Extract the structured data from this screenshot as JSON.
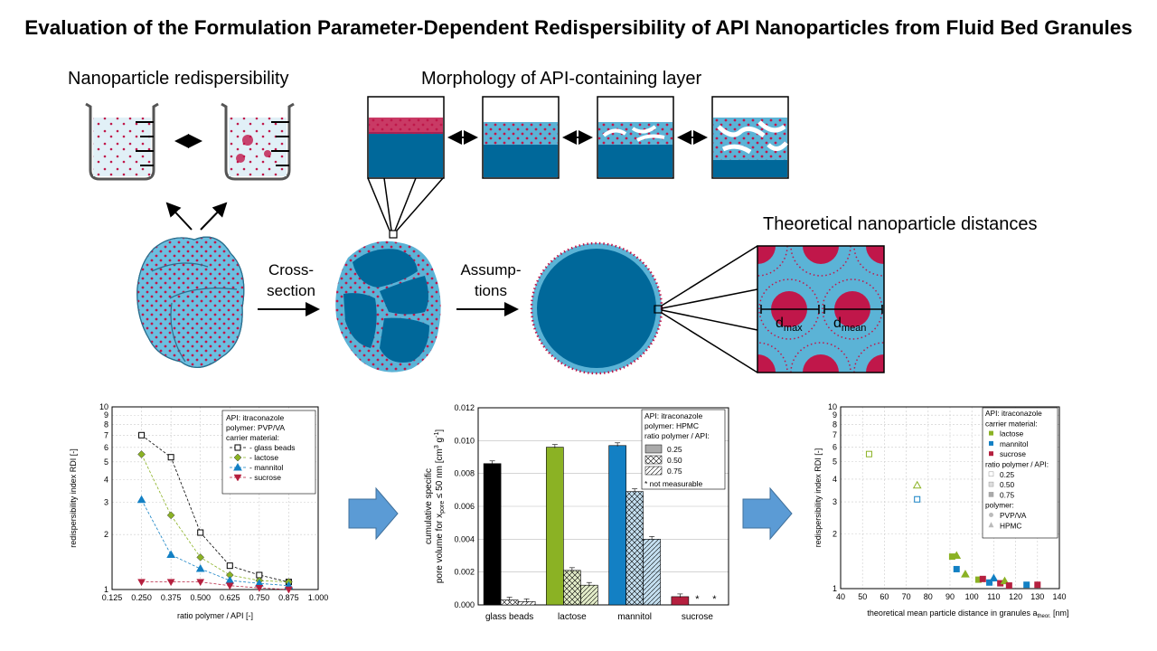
{
  "title": "Evaluation of the Formulation Parameter-Dependent Redispersibility of API Nanoparticles from Fluid Bed Granules",
  "sections": {
    "redisp": "Nanoparticle redispersibility",
    "morph": "Morphology of API-containing layer",
    "dist": "Theoretical nanoparticle distances"
  },
  "labels": {
    "cross_1": "Cross-",
    "cross_2": "section",
    "assump_1": "Assump-",
    "assump_2": "tions",
    "d_max": "d",
    "d_max_sub": "max",
    "d_mean": "d",
    "d_mean_sub": "mean"
  },
  "colors": {
    "layer_blue": "#5bb3d6",
    "dark_blue": "#00689a",
    "particle_red": "#c0174a",
    "arrow_blue": "#5b9bd5",
    "glass": "#000000",
    "lactose": "#8bb224",
    "mannitol": "#1380c4",
    "sucrose": "#b5203f"
  },
  "chart_data": [
    {
      "type": "line",
      "yscale": "log",
      "xlabel": "ratio polymer / API [-]",
      "ylabel": "redispersibility index RDI [-]",
      "xlim": [
        0.125,
        1.0
      ],
      "ylim": [
        1,
        10
      ],
      "xticks": [
        "0.125",
        "0.250",
        "0.375",
        "0.500",
        "0.625",
        "0.750",
        "0.875",
        "1.000"
      ],
      "yticks": [
        "1",
        "2",
        "3",
        "4",
        "5",
        "6",
        "7",
        "8",
        "9",
        "10"
      ],
      "legend": [
        "API: itraconazole",
        "polymer: PVP/VA",
        "carrier material:"
      ],
      "series": [
        {
          "name": "- glass beads",
          "color": "#000000",
          "marker": "square",
          "x": [
            0.25,
            0.375,
            0.5,
            0.625,
            0.75,
            0.875
          ],
          "values": [
            7.0,
            5.3,
            2.05,
            1.35,
            1.2,
            1.1
          ]
        },
        {
          "name": "- lactose",
          "color": "#8bb224",
          "marker": "diamond",
          "x": [
            0.25,
            0.375,
            0.5,
            0.625,
            0.75,
            0.875
          ],
          "values": [
            5.5,
            2.55,
            1.5,
            1.2,
            1.12,
            1.1
          ]
        },
        {
          "name": "- mannitol",
          "color": "#1380c4",
          "marker": "triangle",
          "x": [
            0.25,
            0.375,
            0.5,
            0.625,
            0.75,
            0.875
          ],
          "values": [
            3.1,
            1.55,
            1.3,
            1.12,
            1.08,
            1.05
          ]
        },
        {
          "name": "- sucrose",
          "color": "#b5203f",
          "marker": "tri-down",
          "x": [
            0.25,
            0.375,
            0.5,
            0.625,
            0.75,
            0.875
          ],
          "values": [
            1.1,
            1.1,
            1.1,
            1.05,
            1.02,
            1.0
          ]
        }
      ]
    },
    {
      "type": "bar",
      "ylabel_1": "cumulative specific",
      "ylabel_2": "pore volume for x",
      "ylabel_2_sub": "pore",
      "ylabel_3": "≤ 50 nm [cm",
      "ylabel_3_sup": "3",
      "ylabel_4": " g",
      "ylabel_4_sup": "-1",
      "ylabel_5": "]",
      "ylim": [
        0,
        0.012
      ],
      "yticks": [
        "0.000",
        "0.002",
        "0.004",
        "0.006",
        "0.008",
        "0.010",
        "0.012"
      ],
      "categories": [
        "glass beads",
        "lactose",
        "mannitol",
        "sucrose"
      ],
      "legend": [
        "API: itraconazole",
        "polymer: HPMC",
        "ratio polymer / API:"
      ],
      "series": [
        {
          "name": "0.25",
          "values": [
            0.0086,
            0.0096,
            0.0097,
            0.0005
          ]
        },
        {
          "name": "0.50",
          "values": [
            0.0003,
            0.0021,
            0.0069,
            null
          ]
        },
        {
          "name": "0.75",
          "values": [
            0.0002,
            0.0012,
            0.004,
            null
          ]
        }
      ],
      "note": "* not measurable",
      "star": "*"
    },
    {
      "type": "scatter",
      "yscale": "log",
      "xlabel": "theoretical mean particle distance in granules a",
      "xlabel_sub": "theor.",
      "xlabel_unit": " [nm]",
      "ylabel": "redispersibility index RDI [-]",
      "xlim": [
        40,
        140
      ],
      "ylim": [
        1,
        10
      ],
      "xticks": [
        "40",
        "50",
        "60",
        "70",
        "80",
        "90",
        "100",
        "110",
        "120",
        "130",
        "140"
      ],
      "yticks": [
        "1",
        "2",
        "3",
        "4",
        "5",
        "6",
        "7",
        "8",
        "9",
        "10"
      ],
      "legend_carrier": [
        "API: itraconazole",
        "carrier material:",
        "lactose",
        "mannitol",
        "sucrose"
      ],
      "legend_ratio": [
        "ratio polymer / API:",
        "0.25",
        "0.50",
        "0.75"
      ],
      "legend_polymer": [
        "polymer:",
        "PVP/VA",
        "HPMC"
      ],
      "points": [
        {
          "x": 53,
          "y": 5.5,
          "c": "#8bb224",
          "m": "sq-open"
        },
        {
          "x": 75,
          "y": 3.7,
          "c": "#8bb224",
          "m": "tri-open"
        },
        {
          "x": 75,
          "y": 3.1,
          "c": "#1380c4",
          "m": "sq-open"
        },
        {
          "x": 91,
          "y": 1.5,
          "c": "#8bb224",
          "m": "sq"
        },
        {
          "x": 93,
          "y": 1.52,
          "c": "#8bb224",
          "m": "tri"
        },
        {
          "x": 93,
          "y": 1.28,
          "c": "#1380c4",
          "m": "sq"
        },
        {
          "x": 97,
          "y": 1.2,
          "c": "#8bb224",
          "m": "tri"
        },
        {
          "x": 103,
          "y": 1.12,
          "c": "#8bb224",
          "m": "sq"
        },
        {
          "x": 105,
          "y": 1.13,
          "c": "#b5203f",
          "m": "sq"
        },
        {
          "x": 108,
          "y": 1.08,
          "c": "#1380c4",
          "m": "sq"
        },
        {
          "x": 110,
          "y": 1.14,
          "c": "#1380c4",
          "m": "tri"
        },
        {
          "x": 113,
          "y": 1.07,
          "c": "#b5203f",
          "m": "sq"
        },
        {
          "x": 115,
          "y": 1.1,
          "c": "#8bb224",
          "m": "tri"
        },
        {
          "x": 117,
          "y": 1.04,
          "c": "#b5203f",
          "m": "sq"
        },
        {
          "x": 125,
          "y": 1.05,
          "c": "#1380c4",
          "m": "sq"
        },
        {
          "x": 130,
          "y": 1.05,
          "c": "#b5203f",
          "m": "sq"
        }
      ]
    }
  ]
}
